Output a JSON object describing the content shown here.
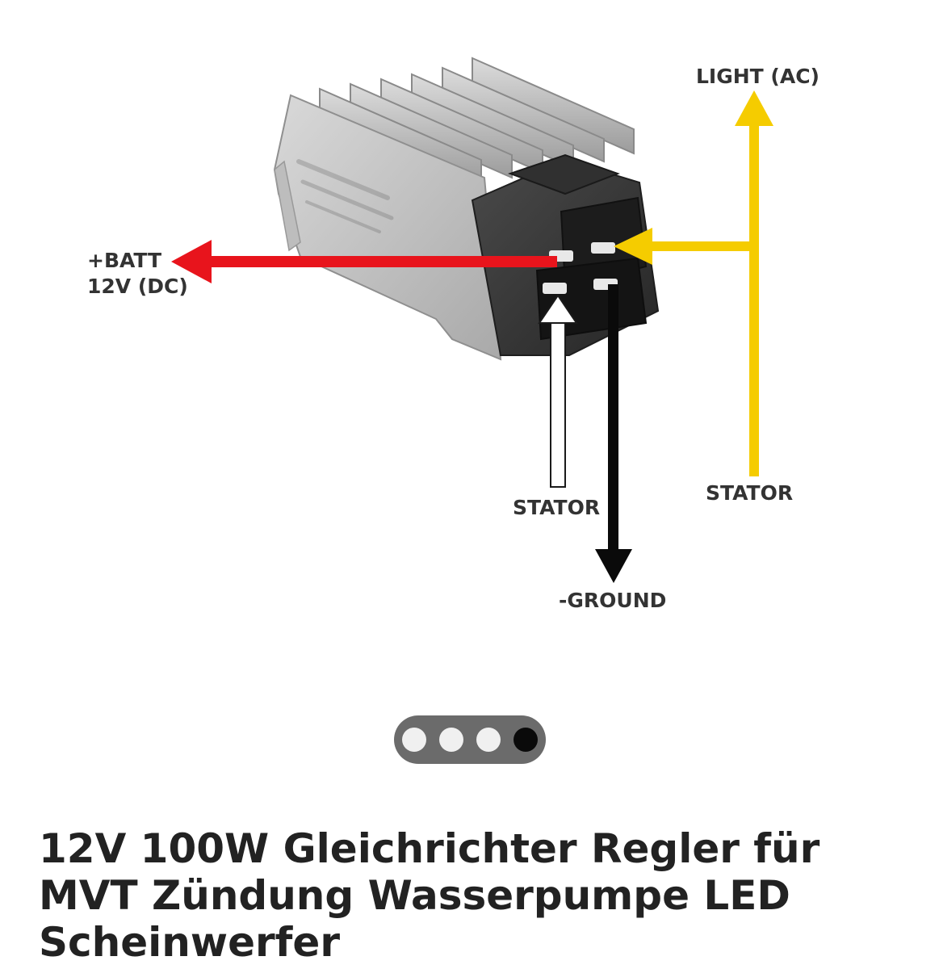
{
  "image": {
    "labels": {
      "light_ac": "LIGHT (AC)",
      "batt_line1": "+BATT",
      "batt_line2": "12V (DC)",
      "stator_left": "STATOR",
      "stator_right": "STATOR",
      "ground": "-GROUND"
    },
    "colors": {
      "batt_wire": "#e8141c",
      "light_wire": "#f5cc00",
      "ground_wire": "#0a0a0a",
      "stator_wire": "#ffffff"
    }
  },
  "carousel": {
    "total": 4,
    "active_index": 3
  },
  "product": {
    "title": "12V 100W Gleichrichter Regler für MVT Zündung Wasserpumpe LED Scheinwerfer"
  }
}
